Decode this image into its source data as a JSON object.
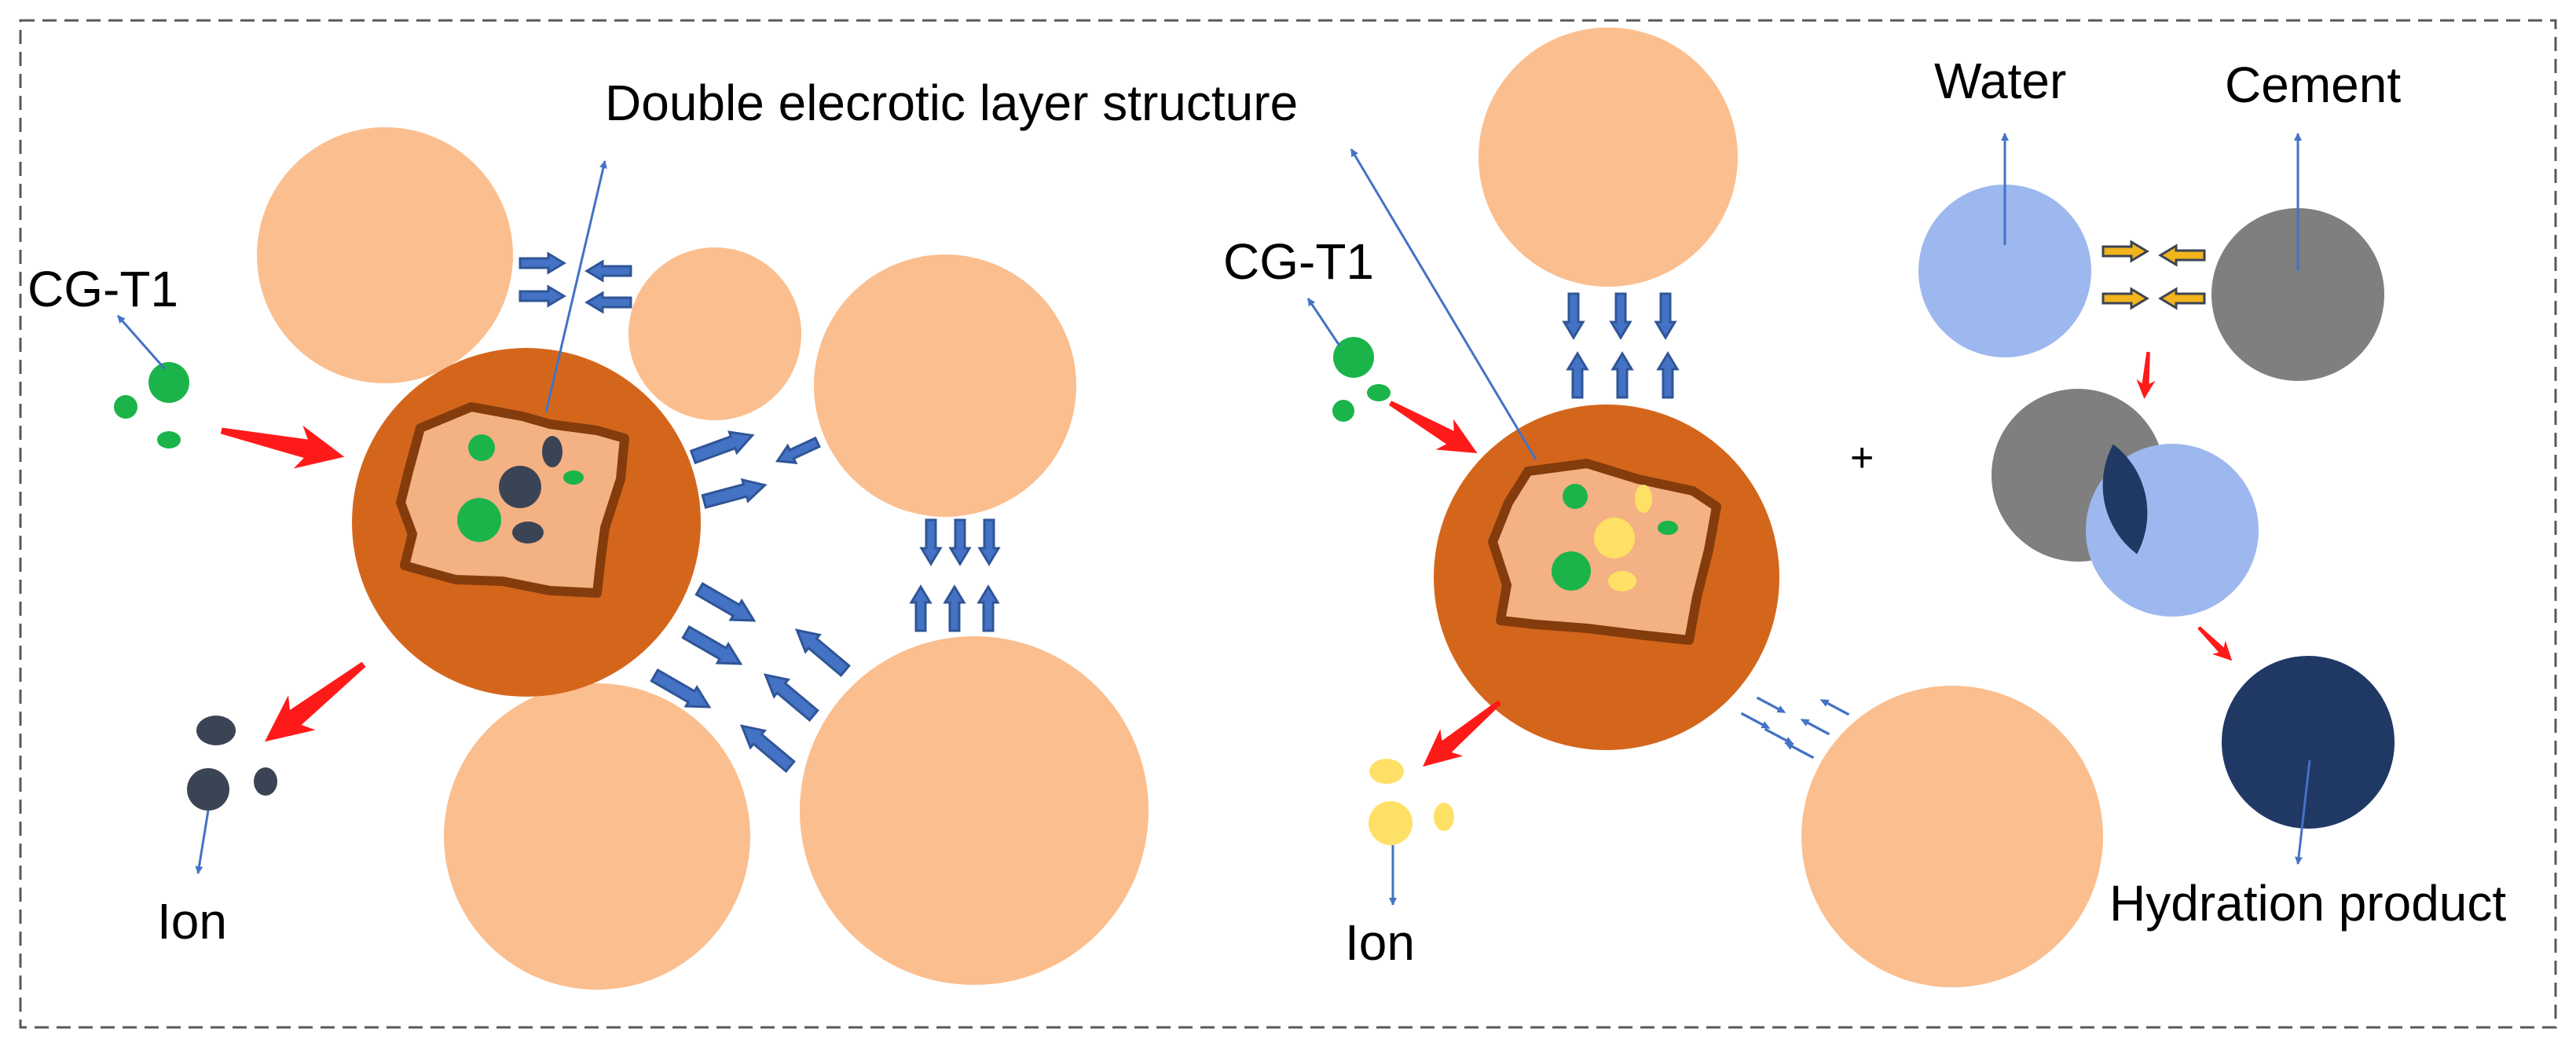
{
  "labels": {
    "double_layer": "Double elecrotic layer structure",
    "cgt1_left": "CG-T1",
    "ion_left": "Ion",
    "cgt1_right": "CG-T1",
    "ion_right": "Ion",
    "plus": "+",
    "water": "Water",
    "cement": "Cement",
    "hydration_product": "Hydration product"
  },
  "colors": {
    "particle": "#fbbe8e",
    "core": "#d4661c",
    "core_outline": "#843c0c",
    "core_fill": "#f4b183",
    "additive": "#1bb44a",
    "ion_dark": "#3b4454",
    "ion_yellow": "#ffe066",
    "force_arrow": "#4472c4",
    "force_arrow_edge": "#2f5597",
    "red_arrow": "#ff1a1a",
    "water": "#9db8ee",
    "cement": "#7f7f7f",
    "hydration": "#203864",
    "orange_arrow": "#f2b41d",
    "pointer_line": "#4472c4",
    "border": "#595959"
  }
}
